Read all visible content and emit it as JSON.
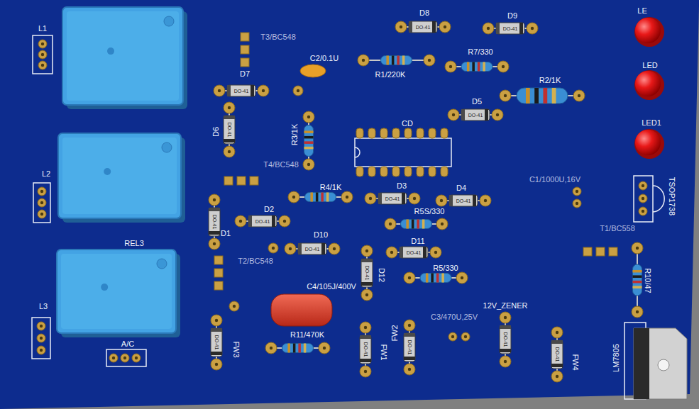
{
  "diagram": {
    "labels": [
      "L1",
      "T3/BC548",
      "C2/0.1U",
      "D8",
      "DO-41",
      "D9",
      "DO-41",
      "LE",
      "R1/220K",
      "R7/330",
      "LED",
      "D7",
      "DO-41",
      "R2/1K",
      "D5",
      "DO-41",
      "LED1",
      "D6",
      "DO-41",
      "R3/1K",
      "CD",
      "T4/BC548",
      "C1/1000U,16V",
      "TSOP1738",
      "L2",
      "R4/1K",
      "D3",
      "DO-41",
      "D4",
      "DO-41",
      "D2",
      "DO-41",
      "D1",
      "DO-41",
      "R5S/330",
      "T1/BC558",
      "D10",
      "DO-41",
      "D11",
      "DO-41",
      "REL3",
      "T2/BC548",
      "R5/330",
      "R10/47",
      "D12",
      "DO-41",
      "C4/105J/400V",
      "L3",
      "12V_ZENER",
      "C3/470U,25V",
      "DO-41",
      "FW2",
      "DO-41",
      "R11/470K",
      "FW1",
      "DO-41",
      "A/C",
      "FW3",
      "DO-41",
      "FW4",
      "DO-41",
      "LM7805"
    ]
  }
}
